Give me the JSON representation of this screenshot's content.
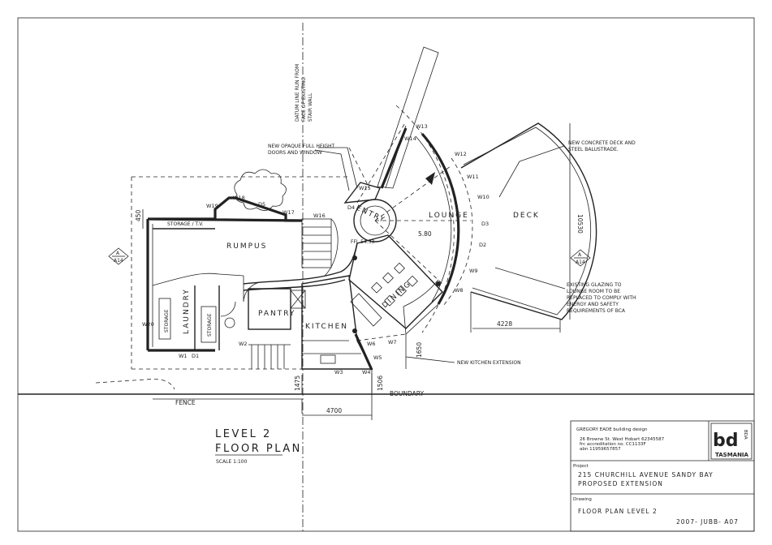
{
  "drawing_title": {
    "line1": "LEVEL 2",
    "line2": "FLOOR PLAN",
    "scale": "SCALE 1:100"
  },
  "rooms": {
    "lounge": "LOUNGE",
    "deck": "DECK",
    "entry": "ENTRY",
    "dining": "DINING",
    "rumpus": "RUMPUS",
    "pantry": "PANTRY",
    "kitchen": "KITCHEN",
    "laundry": "LAUNDRY",
    "storage_tv": "STORAGE / T.V.",
    "storage_a": "STORAGE",
    "storage_b": "STORAGE",
    "fence": "FENCE",
    "boundary": "BOUNDARY"
  },
  "windows": [
    "W1",
    "W2",
    "W3",
    "W4",
    "W5",
    "W6",
    "W7",
    "W8",
    "W9",
    "W10",
    "W11",
    "W12",
    "W13",
    "W14",
    "W15",
    "W16",
    "W17",
    "W18",
    "W19",
    "W20"
  ],
  "doors": [
    "D1",
    "D2",
    "D3",
    "D4",
    "D5"
  ],
  "dimensions": {
    "d450": "450",
    "d580": "5.80",
    "d4228": "4228",
    "d10530": "10530",
    "d1650": "1650",
    "d1475": "1475",
    "d1506": "1506",
    "d4700": "4700",
    "ffl": "FFL 54.33"
  },
  "section_markers": {
    "left_top": "A",
    "left_bottom": "A14",
    "right_top": "A",
    "right_bottom": "A14"
  },
  "notes": {
    "datum": [
      "DATUM LINE RUN FROM",
      "FACE OF EXISTING",
      "STAIR WALL"
    ],
    "opaque": [
      "NEW OPAQUE FULL HEIGHT",
      "DOORS AND WINDOW"
    ],
    "deck": [
      "NEW CONCRETE DECK AND",
      "STEEL BALUSTRADE."
    ],
    "glazing": [
      "EXISTING GLAZING TO",
      "LOUNGE ROOM TO BE",
      "REPLACED TO COMPLY WITH",
      "ENERGY AND SAFETY",
      "REQUIREMENTS OF BCA"
    ],
    "kitchen_ext": "NEW KITCHEN EXTENSION"
  },
  "title_block": {
    "firm": "GREGORY EADE building design",
    "firm_details": [
      "26 Browne St. West Hobart  62345587",
      "frc accreditation no. CC1133F",
      "abn 11959657857"
    ],
    "logo_letters": "bd",
    "logo_side": "BDA",
    "logo_word": "TASMANIA",
    "project_label": "Project",
    "project_line1": "215 CHURCHILL AVENUE SANDY BAY",
    "project_line2": "PROPOSED EXTENSION",
    "drawing_label": "Drawing",
    "drawing_name": "FLOOR PLAN LEVEL 2",
    "drawing_number": "2007- JUBB- A07"
  }
}
